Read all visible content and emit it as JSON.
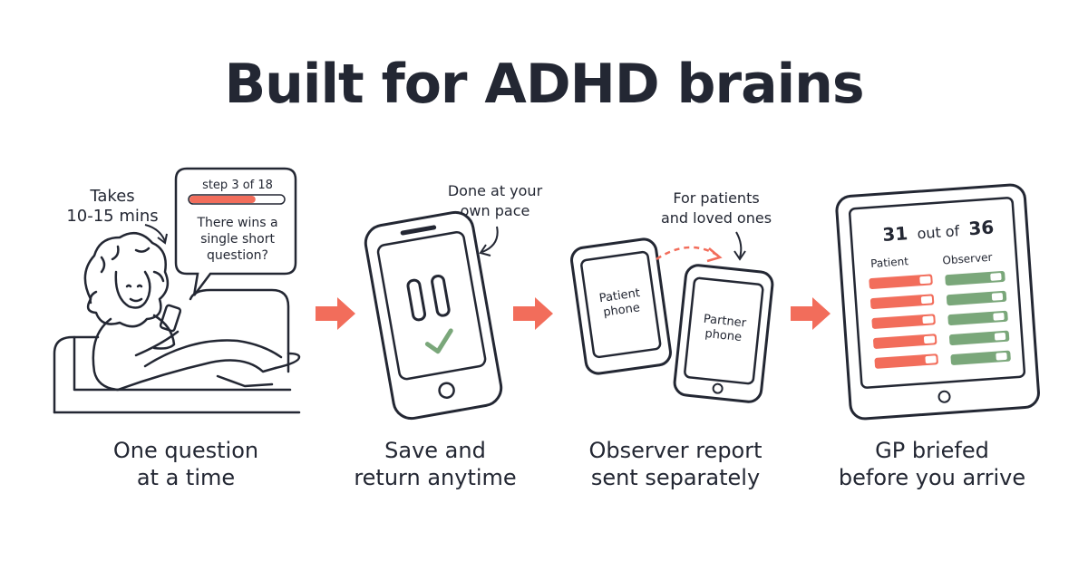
{
  "title": "Built for ADHD brains",
  "steps": [
    {
      "caption_line1": "One question",
      "caption_line2": "at a time",
      "note_line1": "Takes",
      "note_line2": "10-15 mins",
      "bubble_step": "step 3 of 18",
      "bubble_progress": 0.7,
      "bubble_line1": "There wins a",
      "bubble_line2": "single short",
      "bubble_line3": "question?"
    },
    {
      "caption_line1": "Save and",
      "caption_line2": "return anytime",
      "note_line1": "Done at your",
      "note_line2": "own pace"
    },
    {
      "caption_line1": "Observer report",
      "caption_line2": "sent separately",
      "note_line1": "For patients",
      "note_line2": "and loved ones",
      "phone1_line1": "Patient",
      "phone1_line2": "phone",
      "phone2_line1": "Partner",
      "phone2_line2": "phone"
    },
    {
      "caption_line1": "GP briefed",
      "caption_line2": "before you arrive",
      "score_number": "31",
      "score_text": "out of",
      "score_total": "36",
      "col1": "Patient",
      "col2": "Observer"
    }
  ],
  "colors": {
    "ink": "#232733",
    "accent_red": "#f26d5b",
    "accent_green": "#7aa77a"
  }
}
